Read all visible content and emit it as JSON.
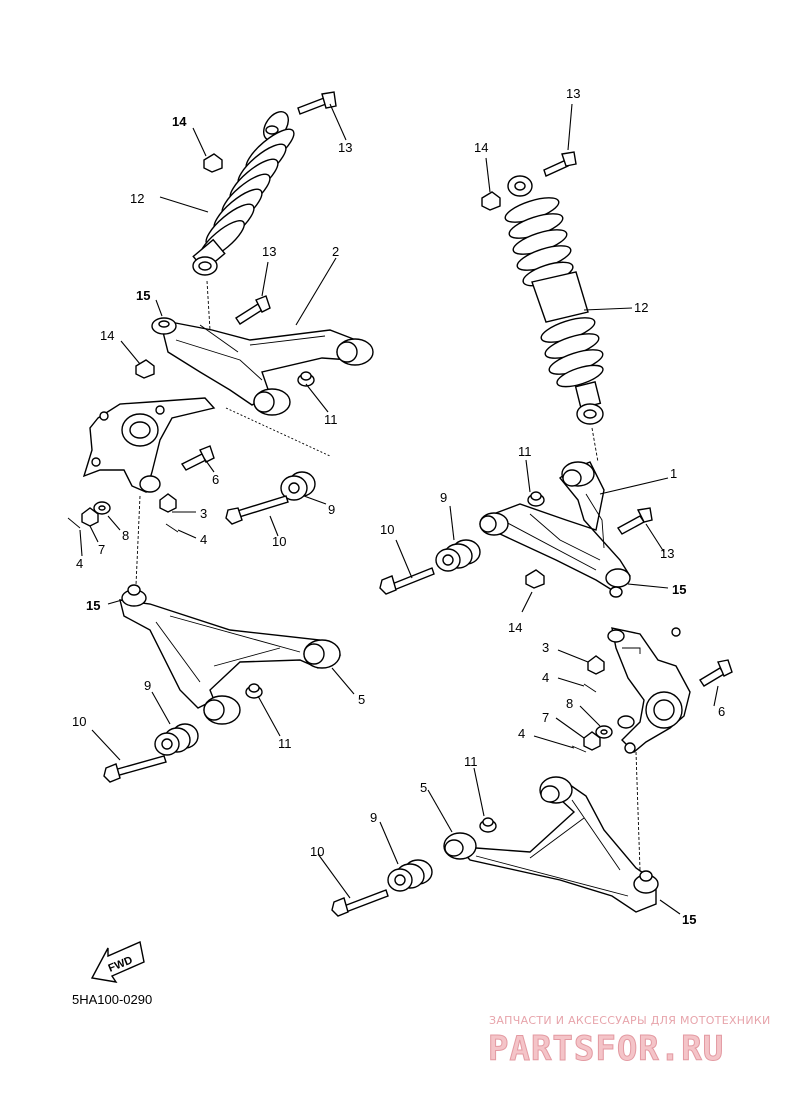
{
  "diagram": {
    "code": "5HA100-0290",
    "fwd_label": "FWD",
    "callouts": {
      "c1": "1",
      "c2": "2",
      "c3a": "3",
      "c3b": "3",
      "c4a": "4",
      "c4b": "4",
      "c4c": "4",
      "c4d": "4",
      "c5a": "5",
      "c5b": "5",
      "c6a": "6",
      "c6b": "6",
      "c7a": "7",
      "c7b": "7",
      "c8a": "8",
      "c8b": "8",
      "c9a": "9",
      "c9b": "9",
      "c9c": "9",
      "c9d": "9",
      "c10a": "10",
      "c10b": "10",
      "c10c": "10",
      "c10d": "10",
      "c11a": "11",
      "c11b": "11",
      "c11c": "11",
      "c11d": "11",
      "c12a": "12",
      "c12b": "12",
      "c13a": "13",
      "c13b": "13",
      "c13c": "13",
      "c13d": "13",
      "c14a": "14",
      "c14b": "14",
      "c14c": "14",
      "c14d": "14",
      "c15a": "15",
      "c15b": "15",
      "c15c": "15",
      "c15d": "15"
    }
  },
  "watermark": {
    "subtitle": "ЗАПЧАСТИ И АКСЕССУАРЫ ДЛЯ МОТОТЕХНИКИ",
    "logo": "PARTSFOR.RU"
  }
}
